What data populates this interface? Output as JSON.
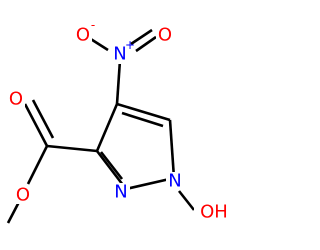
{
  "molecule": {
    "colors": {
      "bond": "#000000",
      "oxygen": "#ff0000",
      "nitrogen": "#0000ff",
      "background": "#ffffff"
    },
    "atoms": {
      "nitro_o_top": {
        "label": "O",
        "charge": "-"
      },
      "nitro_n": {
        "label": "N",
        "charge": "+"
      },
      "nitro_o_right": {
        "label": "O"
      },
      "ester_o_carbonyl": {
        "label": "O"
      },
      "ester_o_single": {
        "label": "O"
      },
      "ring_n2": {
        "label": "N"
      },
      "ring_n1": {
        "label": "N"
      },
      "hydroxyl": {
        "label": "OH"
      }
    }
  }
}
